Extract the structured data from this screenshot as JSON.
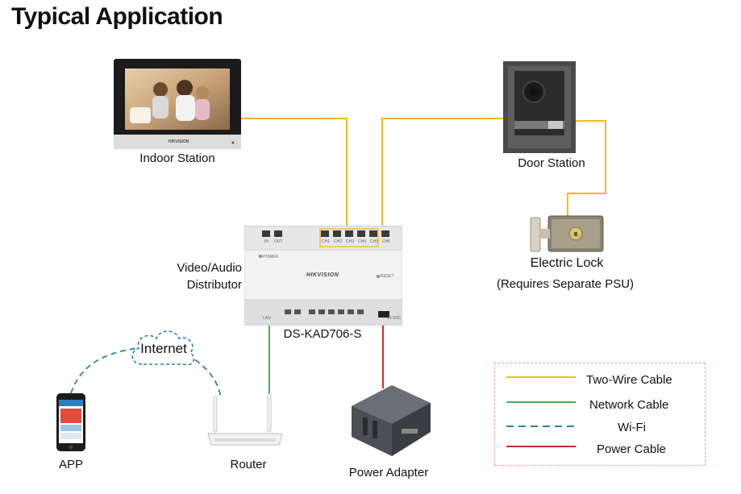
{
  "title": "Typical Application",
  "labels": {
    "indoor_station": "Indoor Station",
    "door_station": "Door Station",
    "electric_lock": "Electric Lock",
    "lock_note": "(Requires Separate PSU)",
    "distributor_line1": "Video/Audio",
    "distributor_line2": "Distributor",
    "model": "DS-KAD706-S",
    "internet": "Internet",
    "app": "APP",
    "router": "Router",
    "power_adapter": "Power Adapter"
  },
  "distributor_panel": {
    "brand": "HIKVISION",
    "in": "IN",
    "out": "OUT",
    "ch1": "CH1",
    "ch2": "CH2",
    "ch3": "CH3",
    "ch4": "CH4",
    "ch5": "CH5",
    "ch6": "CH6",
    "power": "POWER",
    "reset": "RESET",
    "lan": "LAN",
    "dc": "24 VDC"
  },
  "legend": [
    {
      "label": "Two-Wire Cable",
      "color": "#f6b71a",
      "style": "solid"
    },
    {
      "label": "Network Cable",
      "color": "#3cb44b",
      "style": "solid"
    },
    {
      "label": "Wi-Fi",
      "color": "#2a7fc1",
      "style": "dashed"
    },
    {
      "label": "Power Cable",
      "color": "#d7282f",
      "style": "solid"
    }
  ],
  "colors": {
    "two_wire": "#f6b71a",
    "network": "#3cb44b",
    "wifi": "#2a7fc1",
    "power": "#d7282f"
  }
}
